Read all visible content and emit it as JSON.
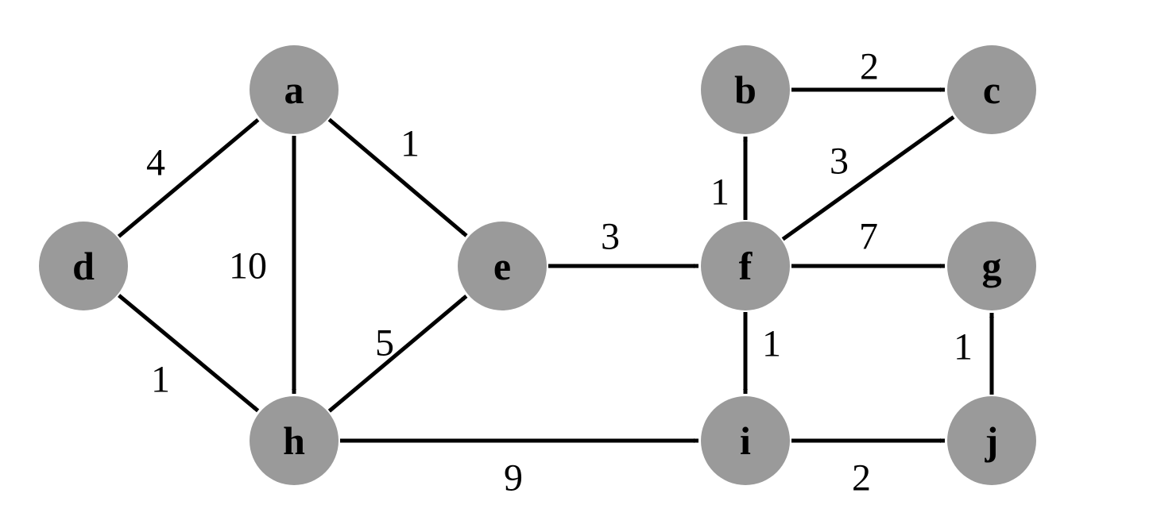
{
  "nodes": [
    {
      "id": "a",
      "label": "a"
    },
    {
      "id": "b",
      "label": "b"
    },
    {
      "id": "c",
      "label": "c"
    },
    {
      "id": "d",
      "label": "d"
    },
    {
      "id": "e",
      "label": "e"
    },
    {
      "id": "f",
      "label": "f"
    },
    {
      "id": "g",
      "label": "g"
    },
    {
      "id": "h",
      "label": "h"
    },
    {
      "id": "i",
      "label": "i"
    },
    {
      "id": "j",
      "label": "j"
    }
  ],
  "edges": [
    {
      "from": "d",
      "to": "a",
      "weight": "4"
    },
    {
      "from": "d",
      "to": "h",
      "weight": "1"
    },
    {
      "from": "a",
      "to": "h",
      "weight": "10"
    },
    {
      "from": "a",
      "to": "e",
      "weight": "1"
    },
    {
      "from": "h",
      "to": "e",
      "weight": "5"
    },
    {
      "from": "h",
      "to": "i",
      "weight": "9"
    },
    {
      "from": "e",
      "to": "f",
      "weight": "3"
    },
    {
      "from": "f",
      "to": "b",
      "weight": "1"
    },
    {
      "from": "f",
      "to": "c",
      "weight": "3"
    },
    {
      "from": "f",
      "to": "g",
      "weight": "7"
    },
    {
      "from": "f",
      "to": "i",
      "weight": "1"
    },
    {
      "from": "b",
      "to": "c",
      "weight": "2"
    },
    {
      "from": "i",
      "to": "j",
      "weight": "2"
    },
    {
      "from": "j",
      "to": "g",
      "weight": "1"
    }
  ],
  "colors": {
    "node_fill": "#9a9a9a",
    "edge": "#000000",
    "text": "#000000",
    "background": "#ffffff"
  }
}
